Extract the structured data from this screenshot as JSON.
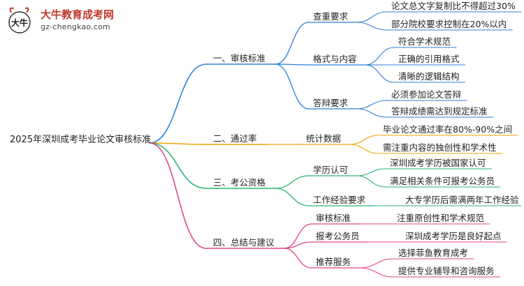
{
  "logo": {
    "name": "大牛教育成考网",
    "url": "gz-chengkao.com",
    "mark_glyph": "大牛"
  },
  "colors": {
    "blue": "#2f7fdc",
    "orange": "#f0a30a",
    "green": "#2bb673",
    "pink": "#e0468a"
  },
  "root": "2025年深圳成考毕业论文审核标准",
  "branches": [
    {
      "label": "一、审核标准",
      "color": "blue",
      "children": [
        {
          "label": "查重要求",
          "leaves": [
            "论文总文字复制比不得超过30%",
            "部分院校要求控制在20%以内"
          ]
        },
        {
          "label": "格式与内容",
          "leaves": [
            "符合学术规范",
            "正确的引用格式",
            "清晰的逻辑结构"
          ]
        },
        {
          "label": "答辩要求",
          "leaves": [
            "必须参加论文答辩",
            "答辩成绩需达到规定标准"
          ]
        }
      ]
    },
    {
      "label": "二、通过率",
      "color": "orange",
      "children": [
        {
          "label": "统计数据",
          "leaves": [
            "毕业论文通过率在80%-90%之间",
            "需注重内容的独创性和学术性"
          ]
        }
      ]
    },
    {
      "label": "三、考公资格",
      "color": "green",
      "children": [
        {
          "label": "学历认可",
          "leaves": [
            "深圳成考学历被国家认可",
            "满足相关条件可报考公务员"
          ]
        },
        {
          "label": "工作经验要求",
          "leaves": [
            "大专学历后需满两年工作经验"
          ]
        }
      ]
    },
    {
      "label": "四、总结与建议",
      "color": "pink",
      "children": [
        {
          "label": "审核标准",
          "leaves": [
            "注重原创性和学术规范"
          ]
        },
        {
          "label": "报考公务员",
          "leaves": [
            "深圳成考学历是良好起点"
          ]
        },
        {
          "label": "推荐服务",
          "leaves": [
            "选择菲鱼教育成考",
            "提供专业辅导和咨询服务"
          ]
        }
      ]
    }
  ]
}
